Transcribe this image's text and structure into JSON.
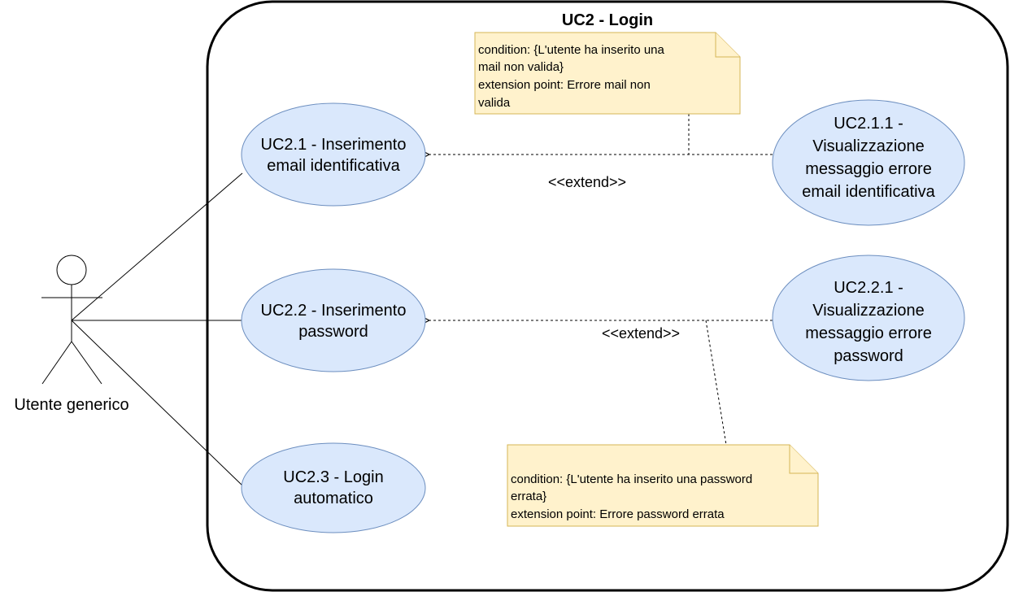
{
  "diagram": {
    "title": "UC2 - Login",
    "actor": {
      "label": "Utente generico"
    },
    "use_cases": [
      {
        "id": "uc2_1",
        "lines": [
          "UC2.1 - Inserimento",
          "email identificativa"
        ]
      },
      {
        "id": "uc2_2",
        "lines": [
          "UC2.2 - Inserimento",
          "password"
        ]
      },
      {
        "id": "uc2_3",
        "lines": [
          "UC2.3 - Login",
          "automatico"
        ]
      },
      {
        "id": "uc2_1_1",
        "lines": [
          "UC2.1.1 -",
          "Visualizzazione",
          "messaggio errore",
          "email identificativa"
        ]
      },
      {
        "id": "uc2_2_1",
        "lines": [
          "UC2.2.1 -",
          "Visualizzazione",
          "messaggio errore",
          "password"
        ]
      }
    ],
    "relations": [
      {
        "from": "uc2_1_1",
        "to": "uc2_1",
        "stereotype": "<<extend>>"
      },
      {
        "from": "uc2_2_1",
        "to": "uc2_2",
        "stereotype": "<<extend>>"
      }
    ],
    "notes": [
      {
        "id": "note1",
        "lines": [
          "condition: {L'utente ha inserito una",
          "mail non valida}",
          "extension point: Errore mail non",
          "valida"
        ]
      },
      {
        "id": "note2",
        "lines": [
          "condition: {L'utente ha inserito una password",
          "errata}",
          "extension point: Errore password errata"
        ]
      }
    ],
    "colors": {
      "use_case_fill": "#dae8fc",
      "use_case_stroke": "#6c8ebf",
      "note_fill": "#fff2cc",
      "note_stroke": "#d6b656"
    }
  }
}
